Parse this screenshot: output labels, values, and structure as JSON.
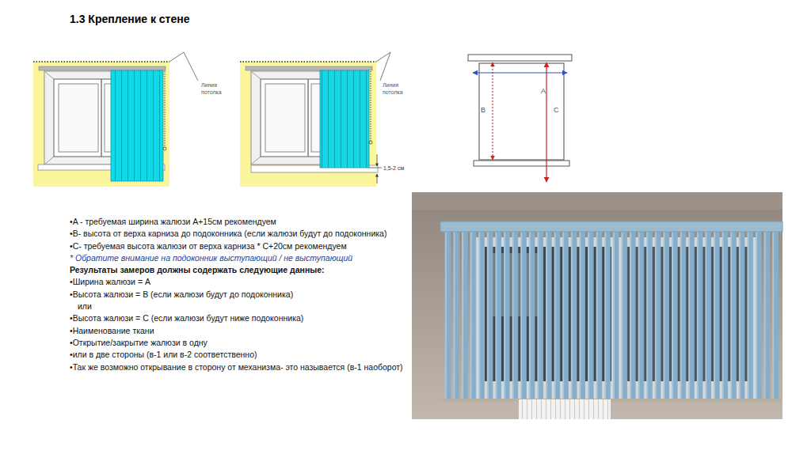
{
  "diagram": {
    "title": "1.3 Крепление к стене",
    "labels": [
      "Линия потолка",
      "Линия потолка",
      "1,5-2 см",
      "A",
      "B",
      "C",
      "•A - требуемая ширина жалюзи А+15см рекомендуем",
      "•B- высота от верха карниза до подоконника (если жалюзи будут до подоконника)",
      "•C- требуемая высота жалюзи от верха карниза * C+20см рекомендуем",
      "* Обратите внимание на подоконник выступающий / не выступающий",
      "Результаты замеров должны содержать следующие данные:",
      "•Ширина жалюзи = A",
      "•Высота жалюзи = B (если жалюзи будут до подоконника)",
      "или",
      "•Высота жалюзи = C (если жалюзи будут ниже подоконника)",
      "•Наименование ткани",
      "•Открытие/закрытие жалюзи в одну",
      "•или в две стороны (в-1 или в-2 соответственно)",
      "•Так же возможно открывание в сторону от механизма- это называется (в-1 наоборот)"
    ]
  }
}
